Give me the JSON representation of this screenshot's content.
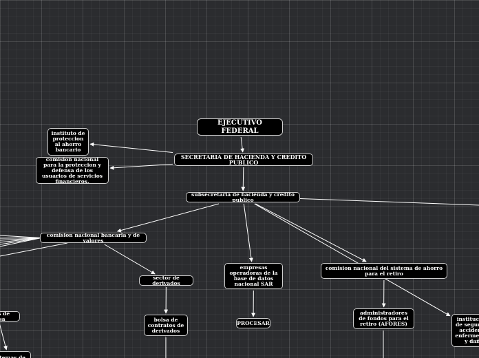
{
  "mindmap": {
    "nodes": [
      {
        "id": "ejecutivo",
        "label": "EJECUTIVO FEDERAL"
      },
      {
        "id": "shcp",
        "label": "SECRETARIA DE HACIENDA Y CREDITO PUBLICO"
      },
      {
        "id": "ipab",
        "label": "instituto de proteccion al ahorro bancario"
      },
      {
        "id": "condusef",
        "label": "comision nacional para la proteccion y defensa de los usuarios de servicios financieros."
      },
      {
        "id": "subsecretaria",
        "label": "subsecretaria de hacienda y credito publico"
      },
      {
        "id": "cnbv",
        "label": "comision nacional  bancaria y de valores"
      },
      {
        "id": "derivados",
        "label": "sector de derivados"
      },
      {
        "id": "bolsa_contratos",
        "label": "bolsa de contratos de derivados"
      },
      {
        "id": "empresas_sar",
        "label": "empresas operadoras de la base de datos nacional SAR"
      },
      {
        "id": "procesar",
        "label": "PROCESAR"
      },
      {
        "id": "consar",
        "label": "comision nacional del sistema de ahorro para el retiro"
      },
      {
        "id": "afores",
        "label": "administradores de fondos para el retiro (AFORES)"
      },
      {
        "id": "instituciones_seguros",
        "label": "instituciones de seguros de accidentes, enfermedades y daños"
      },
      {
        "id": "casa_bolsa",
        "label": "casas de bolsa"
      },
      {
        "id": "sistemas",
        "label": "sistemas de"
      }
    ],
    "edges": [
      {
        "from": "ejecutivo",
        "to": "shcp"
      },
      {
        "from": "shcp",
        "to": "ipab"
      },
      {
        "from": "shcp",
        "to": "condusef"
      },
      {
        "from": "shcp",
        "to": "subsecretaria"
      },
      {
        "from": "subsecretaria",
        "to": "cnbv"
      },
      {
        "from": "subsecretaria",
        "to": "empresas_sar"
      },
      {
        "from": "subsecretaria",
        "to": "consar"
      },
      {
        "from": "subsecretaria",
        "to": "instituciones_seguros"
      },
      {
        "from": "cnbv",
        "to": "derivados"
      },
      {
        "from": "derivados",
        "to": "bolsa_contratos"
      },
      {
        "from": "empresas_sar",
        "to": "procesar"
      },
      {
        "from": "consar",
        "to": "afores"
      },
      {
        "from": "casa_bolsa",
        "to": "sistemas"
      }
    ]
  }
}
